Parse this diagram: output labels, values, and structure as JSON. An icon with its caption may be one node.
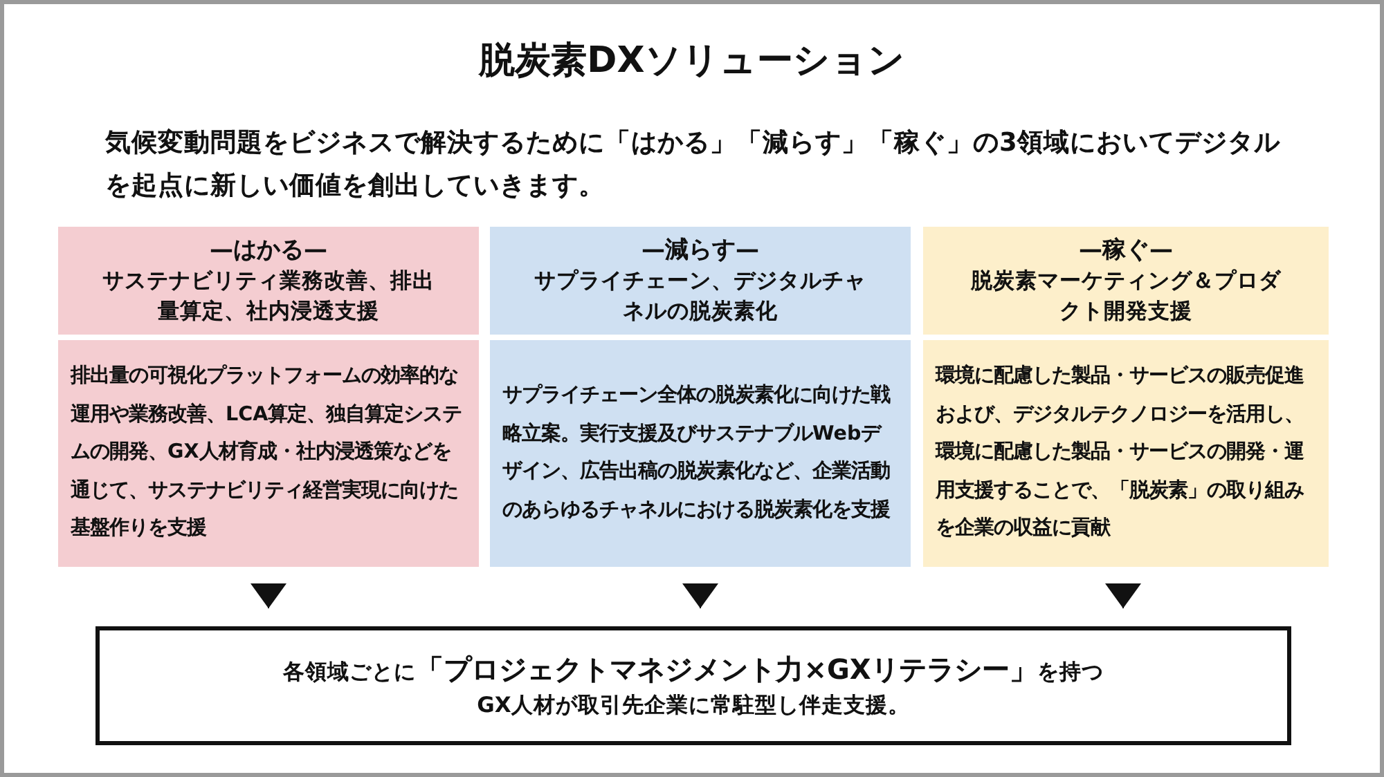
{
  "diagram": {
    "title": "脱炭素DXソリューション",
    "nodes": [
      {
        "text": [
          "—はかる—",
          "サステナビリティ業務改善、排出量算定、社内浸透支援"
        ]
      },
      {
        "text": [
          "—減らす—",
          "サプライチェーン、デジタルチャネルの脱炭素化"
        ]
      },
      {
        "text": [
          "—稼ぐ—",
          "脱炭素マーケティング＆プロダクト開発支援"
        ]
      },
      {
        "text": [
          "排出量の可視化プラットフォームの効率的な運用や業務改善、LCA算定、独自算定システムの開発、GX人材育成・社内浸透策などを通じて、サステナビリティ経営実現に向けた基盤作りを支援"
        ]
      },
      {
        "text": [
          "サプライチェーン全体の脱炭素化に向けた戦略立案。実行支援及びサステナブルWebデザイン、広告出稿の脱炭素化など、企業活動のあらゆるチャネルにおける脱炭素化を支援"
        ]
      },
      {
        "text": [
          "環境に配慮した製品・サービスの販売促進および、デジタルテクノロジーを活用し、環境に配慮した製品・サービスの開発・運用支援することで、「脱炭素」の取り組みを企業の収益に貢献"
        ]
      },
      {
        "text": [
          "各領域ごとに**「プロジェクトマネジメント力×GXリテラシー」**を持つ",
          "GX人材が取引先企業に常駐型し伴走支援。"
        ]
      }
    ],
    "edges": [
      {
        "from": 3,
        "to": 6,
        "arrow": "to"
      },
      {
        "from": 4,
        "to": 6,
        "arrow": "to"
      },
      {
        "from": 5,
        "to": 6,
        "arrow": "to"
      }
    ],
    "labels": [
      "気候変動問題をビジネスで解決するために「はかる」「減らす」「稼ぐ」の3領域においてデジタルを起点に新しい価値を創出していきます。"
    ]
  }
}
